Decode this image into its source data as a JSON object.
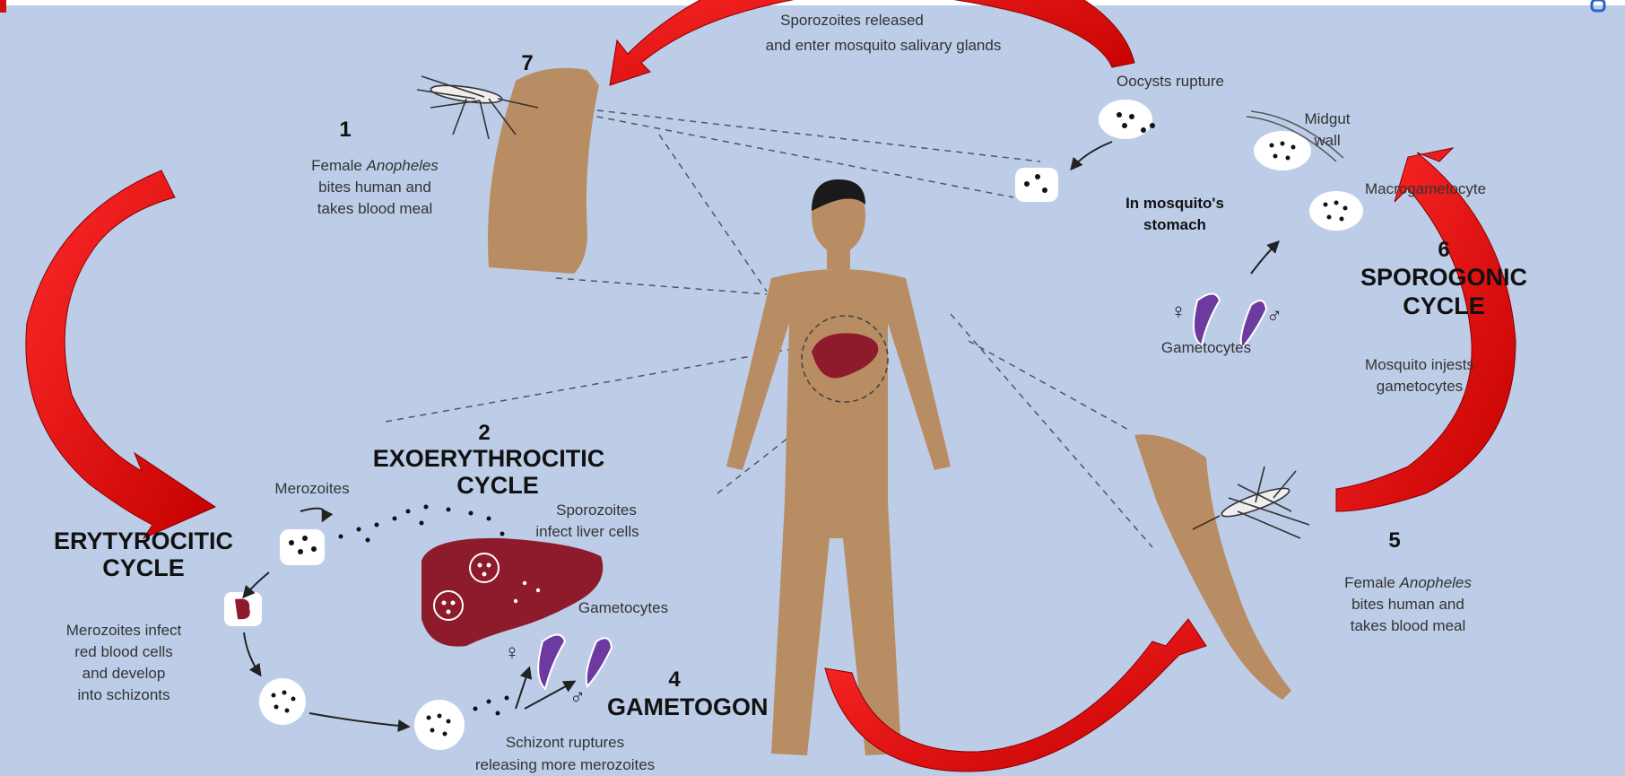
{
  "diagram": {
    "stages": {
      "s1": {
        "number": "1",
        "lines": [
          "Female",
          "Anopheles",
          "bites human and",
          "takes blood meal"
        ]
      },
      "s2": {
        "number": "2",
        "title_l1": "EXOERYTHROCITIC",
        "title_l2": "CYCLE"
      },
      "s3": {
        "title_l1": "ERYTYROCITIC",
        "title_l2": "CYCLE"
      },
      "s4": {
        "number": "4",
        "title": "GAMETOGON"
      },
      "s5": {
        "number": "5",
        "lines": [
          "Female",
          "Anopheles",
          "bites human and",
          "takes blood meal"
        ]
      },
      "s6": {
        "number": "6",
        "title_l1": "SPOROGONIC",
        "title_l2": "CYCLE"
      },
      "s7": {
        "number": "7"
      }
    },
    "labels": {
      "sporozoites_released_l1": "Sporozoites released",
      "sporozoites_released_l2": "and enter mosquito salivary glands",
      "oocysts_rupture": "Oocysts rupture",
      "midgut_l1": "Midgut",
      "midgut_l2": "wall",
      "macrogametocyte": "Macrogametocyte",
      "in_mosquito_l1": "In mosquito's",
      "in_mosquito_l2": "stomach",
      "gametocytes_top": "Gametocytes",
      "ingests_l1": "Mosquito injests",
      "ingests_l2": "gametocytes",
      "merozoites": "Merozoites",
      "sporozoites_infect_l1": "Sporozoites",
      "sporozoites_infect_l2": "infect liver cells",
      "merozoites_infect_l1": "Merozoites infect",
      "merozoites_infect_l2": "red blood cells",
      "merozoites_infect_l3": "and develop",
      "merozoites_infect_l4": "into schizonts",
      "gametocytes_bottom": "Gametocytes",
      "schizont_l1": "Schizont ruptures",
      "schizont_l2": "releasing more merozoites",
      "female_symbol": "♀",
      "male_symbol": "♂"
    },
    "colors": {
      "background": "#bdcde8",
      "skin": "#b98d63",
      "liver": "#8e1b2b",
      "arrow": "#e01010",
      "hair": "#1a1a1a",
      "gametocyte": "#6d3aa0"
    }
  }
}
